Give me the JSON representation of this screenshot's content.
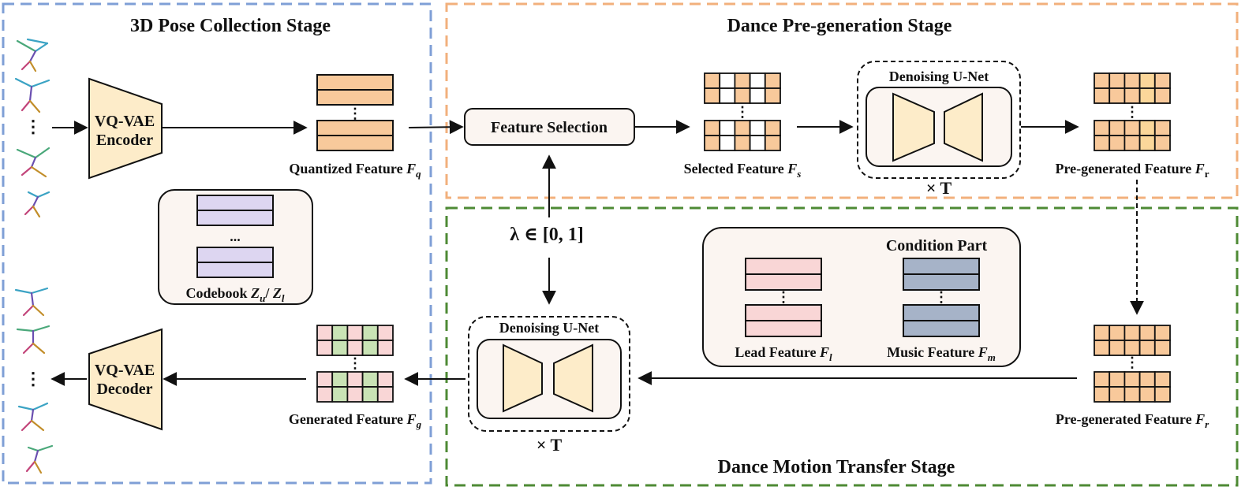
{
  "stages": {
    "pose_collection": "3D Pose Collection Stage",
    "pregeneration": "Dance Pre-generation Stage",
    "motion_transfer": "Dance Motion Transfer Stage"
  },
  "encoder": {
    "line1": "VQ-VAE",
    "line2": "Encoder"
  },
  "decoder": {
    "line1": "VQ-VAE",
    "line2": "Decoder"
  },
  "features": {
    "quantized": {
      "label": "Quantized Feature",
      "symbol": "F",
      "sub": "q"
    },
    "selected": {
      "label": "Selected Feature",
      "symbol": "F",
      "sub": "s"
    },
    "pregenerated_top": {
      "label": "Pre-generated Feature",
      "symbol": "F",
      "sub": "r"
    },
    "pregenerated_bottom": {
      "label": "Pre-generated Feature",
      "symbol": "F",
      "sub": "r"
    },
    "generated": {
      "label": "Generated Feature",
      "symbol": "F",
      "sub": "g"
    },
    "lead": {
      "label": "Lead Feature",
      "symbol": "F",
      "sub": "l"
    },
    "music": {
      "label": "Music Feature",
      "symbol": "F",
      "sub": "m"
    }
  },
  "codebook": {
    "label": "Codebook",
    "z1": "Z",
    "sub1": "u",
    "sep": "/",
    "z2": "Z",
    "sub2": "l",
    "dots": "..."
  },
  "feature_selection": "Feature Selection",
  "unet_top": {
    "title": "Denoising U-Net",
    "times": "× T"
  },
  "unet_bottom": {
    "title": "Denoising U-Net",
    "times": "× T"
  },
  "lambda": "λ ∈ [0, 1]",
  "condition_part": "Condition Part",
  "ellipsis_vertical": "⋮",
  "ellipsis_dots": "⋮",
  "colors": {
    "blue_dash": "#7f9fd6",
    "orange_dash": "#f2b07c",
    "green_dash": "#4e8a34",
    "orange_fill": "#f8c99b",
    "lavender_fill": "#ddd6f1",
    "pink_fill": "#f9d6d6",
    "blue_fill": "#a6b3c8",
    "green_fill": "#c9e3b5",
    "trapezoid_fill": "#fdecc9",
    "panel_fill": "#fbf5f1"
  }
}
